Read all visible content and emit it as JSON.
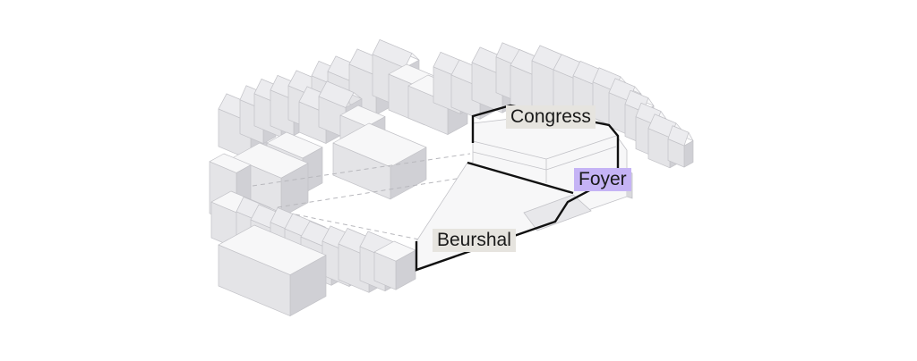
{
  "colors": {
    "background": "#ffffff",
    "building_top": "#f7f7f8",
    "building_left": "#e4e4e7",
    "building_right": "#d0d0d5",
    "building_edge": "#c2c2c7",
    "outline": "#111111",
    "label_bg": "#e6e4df",
    "foyer_bg": "#c5b3f5"
  },
  "labels": {
    "congress": "Congress",
    "foyer": "Foyer",
    "beurshal": "Beurshal"
  }
}
